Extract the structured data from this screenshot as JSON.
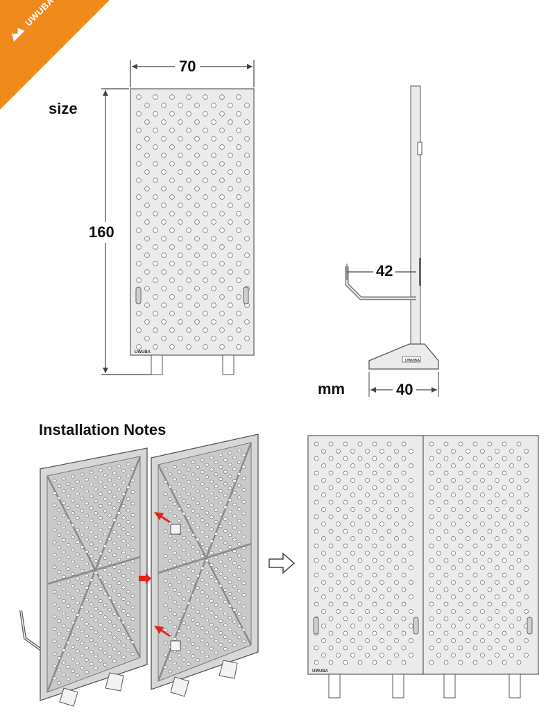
{
  "brand": {
    "name": "UWUBA",
    "color": "#f08a1c"
  },
  "labels": {
    "size": "size",
    "unit": "mm",
    "installation_title": "Installation Notes"
  },
  "dimensions": {
    "width": "70",
    "height": "160",
    "hook_depth": "42",
    "base_depth": "40"
  },
  "panel_stamp": "UWUBA",
  "colors": {
    "panel_fill": "#ebebeb",
    "panel_stroke": "#707070",
    "arrow_red": "#e2231a",
    "line": "#444444"
  },
  "icons": [
    "brand-logo-icon",
    "direction-arrow-icon",
    "connector-arrow-icon"
  ]
}
